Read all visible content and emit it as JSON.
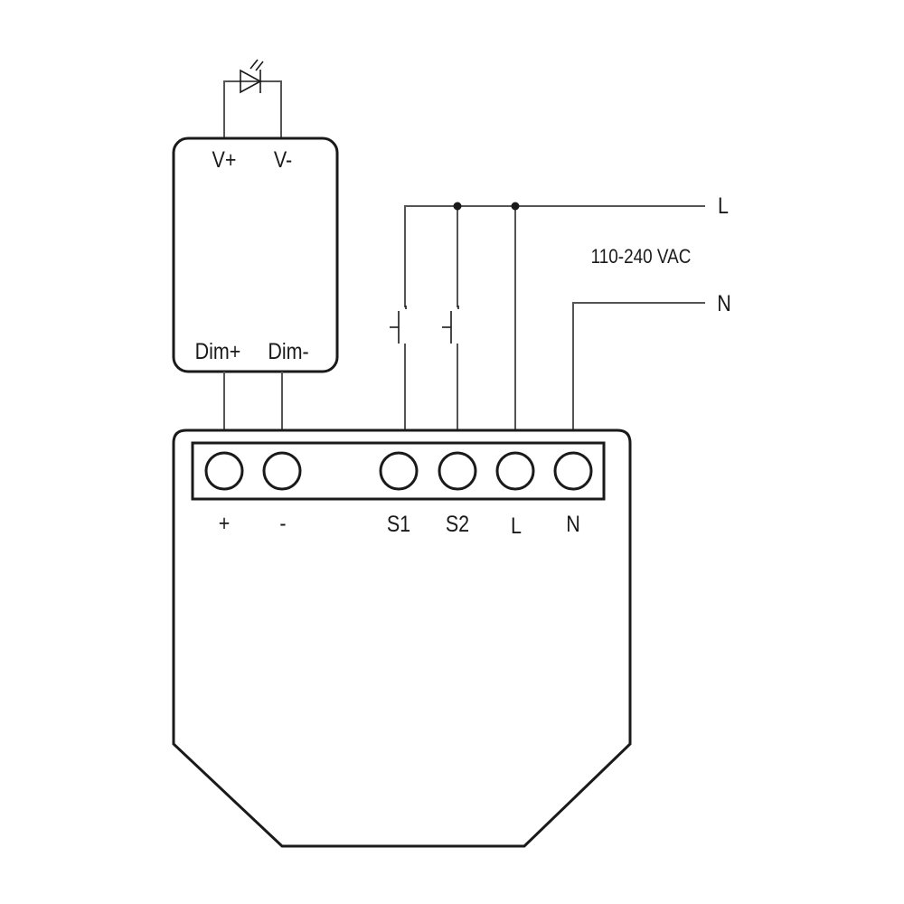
{
  "driver": {
    "v_plus": "V+",
    "v_minus": "V-",
    "dim_plus": "Dim+",
    "dim_minus": "Dim-"
  },
  "module": {
    "terminals": [
      "+",
      "-",
      "S1",
      "S2",
      "L",
      "N"
    ]
  },
  "supply": {
    "line_label": "L",
    "neutral_label": "N",
    "voltage_label": "110-240 VAC"
  },
  "icons": {
    "load": "led-icon",
    "switches": [
      "push-button-icon",
      "push-button-icon"
    ]
  },
  "colors": {
    "outline": "#1a1a1a",
    "wire": "#555555",
    "background": "#ffffff"
  }
}
